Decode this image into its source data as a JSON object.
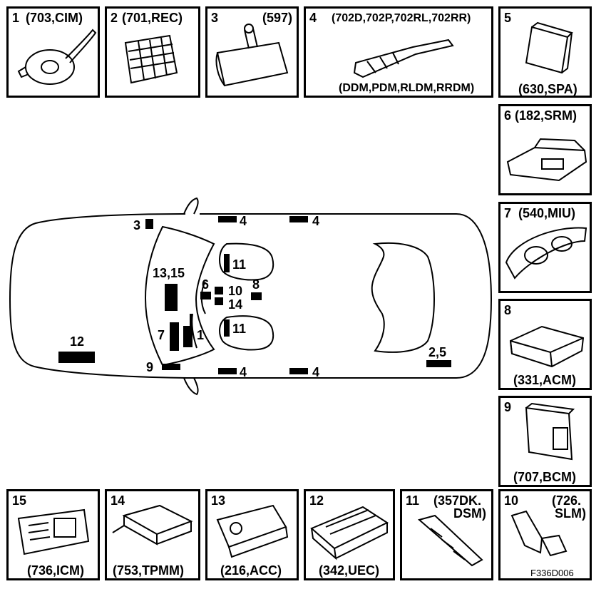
{
  "panels": [
    {
      "num": "1",
      "code": "(703,CIM)"
    },
    {
      "num": "2",
      "code": "(701,REC)"
    },
    {
      "num": "3",
      "code": "(597)"
    },
    {
      "num": "4",
      "code": "(702D,702P,702RL,702RR)",
      "code2": "(DDM,PDM,RLDM,RRDM)"
    },
    {
      "num": "5",
      "code": "(630,SPA)"
    },
    {
      "num": "6",
      "code": "(182,SRM)"
    },
    {
      "num": "7",
      "code": "(540,MIU)"
    },
    {
      "num": "8",
      "code": "(331,ACM)"
    },
    {
      "num": "9",
      "code": "(707,BCM)"
    },
    {
      "num": "15",
      "code": "(736,ICM)"
    },
    {
      "num": "14",
      "code": "(753,TPMM)"
    },
    {
      "num": "13",
      "code": "(216,ACC)"
    },
    {
      "num": "12",
      "code": "(342,UEC)"
    },
    {
      "num": "11",
      "code": "(357DK.",
      "code2": "DSM)"
    },
    {
      "num": "10",
      "code": "(726.",
      "code2": "SLM)"
    }
  ],
  "car_labels": {
    "l3": "3",
    "l4a": "4",
    "l4b": "4",
    "l4c": "4",
    "l4d": "4",
    "l1315": "13,15",
    "l6": "6",
    "l10": "10",
    "l8": "8",
    "l14": "14",
    "l11a": "11",
    "l11b": "11",
    "l7": "7",
    "l1": "1",
    "l12": "12",
    "l9": "9",
    "l25": "2,5"
  },
  "figure_code": "F336D006"
}
